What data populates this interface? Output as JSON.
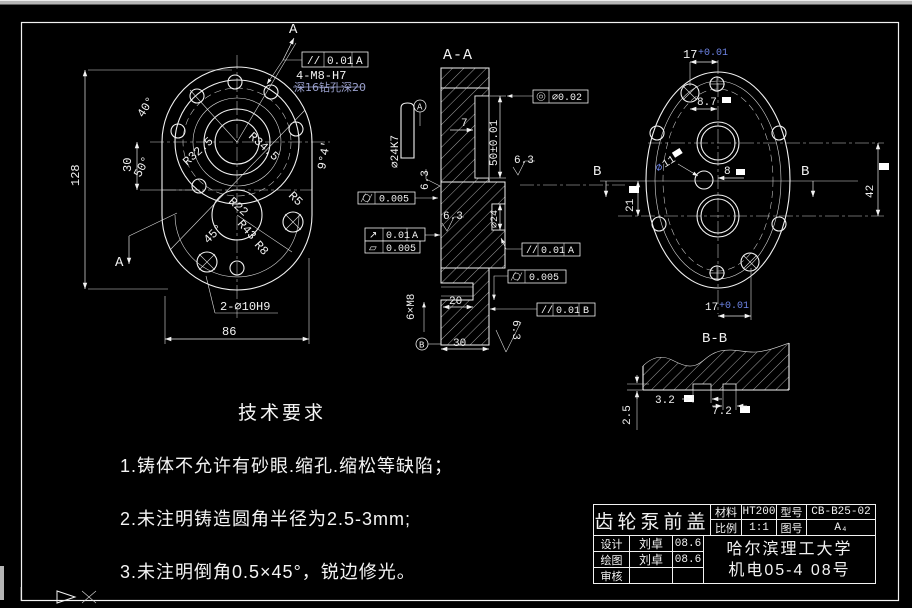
{
  "colors": {
    "bg": "#000000",
    "line": "#f2f2f2",
    "accent_blue": "#6f86e8",
    "muted_blue": "#9aa0cc",
    "chrome_gray": "#b5b5b5"
  },
  "front_view": {
    "section_a_top": "A",
    "section_a_side": "A",
    "fcf_parallel": {
      "sym": "//",
      "tol": "0.01",
      "datum": "A"
    },
    "m8_label": "4-M8-H7",
    "m8_note": "深16钻孔深20",
    "angle40": "40°",
    "angle50": "50°",
    "angle45": "45°",
    "angle9": "9°4'",
    "r325": "R32.5",
    "r345": "R34.5",
    "r22": "R22",
    "r43": "R43",
    "r8": "R8",
    "r5": "R5",
    "dim128": "128",
    "dim30": "30",
    "dim86": "86",
    "dowel_label": "2-∅10H9"
  },
  "section_aa": {
    "title": "A-A",
    "pin_dim": "∅24K7",
    "datum_a": "A",
    "dim7": "7",
    "dim50": "50±0.01",
    "fcf_conc": {
      "sym": "concentricity",
      "tol": "∅0.02"
    },
    "ra": "6.3",
    "fcf_cyl1": {
      "sym": "cylindricity",
      "tol": "0.005"
    },
    "fcf_runout": {
      "sym": "↗",
      "tol": "0.01",
      "datum": "A"
    },
    "fcf_flat": {
      "sym": "▱",
      "tol": "0.005"
    },
    "bore24": "∅24",
    "fcf_par_a": {
      "sym": "//",
      "tol": "0.01",
      "datum": "A"
    },
    "fcf_cyl2": {
      "sym": "cylindricity",
      "tol": "0.005"
    },
    "fcf_par_b": {
      "sym": "//",
      "tol": "0.01",
      "datum": "B"
    },
    "thread": "6×M8",
    "dim20": "20",
    "dim30": "30",
    "datum_b": "B"
  },
  "rear_view": {
    "dim17": {
      "v": "17",
      "tol": "+0.01"
    },
    "dim87": "8.7",
    "dim11_phi": "∅",
    "dim11": "11",
    "dim8": "8",
    "dim21": "21",
    "dim42": "42",
    "section_b": "B"
  },
  "section_bb": {
    "title": "B-B",
    "dim32": "3.2",
    "dim72": "7.2",
    "dim25": "2.5"
  },
  "tech_req": {
    "title": "技术要求",
    "items": [
      "1.铸体不允许有砂眼.缩孔.缩松等缺陷；",
      "2.未注明铸造圆角半径为2.5-3mm;",
      "3.未注明倒角0.5×45°，锐边修光。"
    ]
  },
  "title_block": {
    "part_name": "齿轮泵前盖",
    "material_label": "材料",
    "scale_label": "比例",
    "material": "HT200",
    "scale": "1:1",
    "model_label": "型号",
    "drawno_label": "图号",
    "model": "CB-B25-02",
    "sheet": "A₄",
    "rows": [
      {
        "role": "设计",
        "name": "刘卓",
        "date": "08.6"
      },
      {
        "role": "绘图",
        "name": "刘卓",
        "date": "08.6"
      },
      {
        "role": "审核",
        "name": "",
        "date": ""
      }
    ],
    "org1": "哈尔滨理工大学",
    "org2": "机电05-4 08号"
  }
}
